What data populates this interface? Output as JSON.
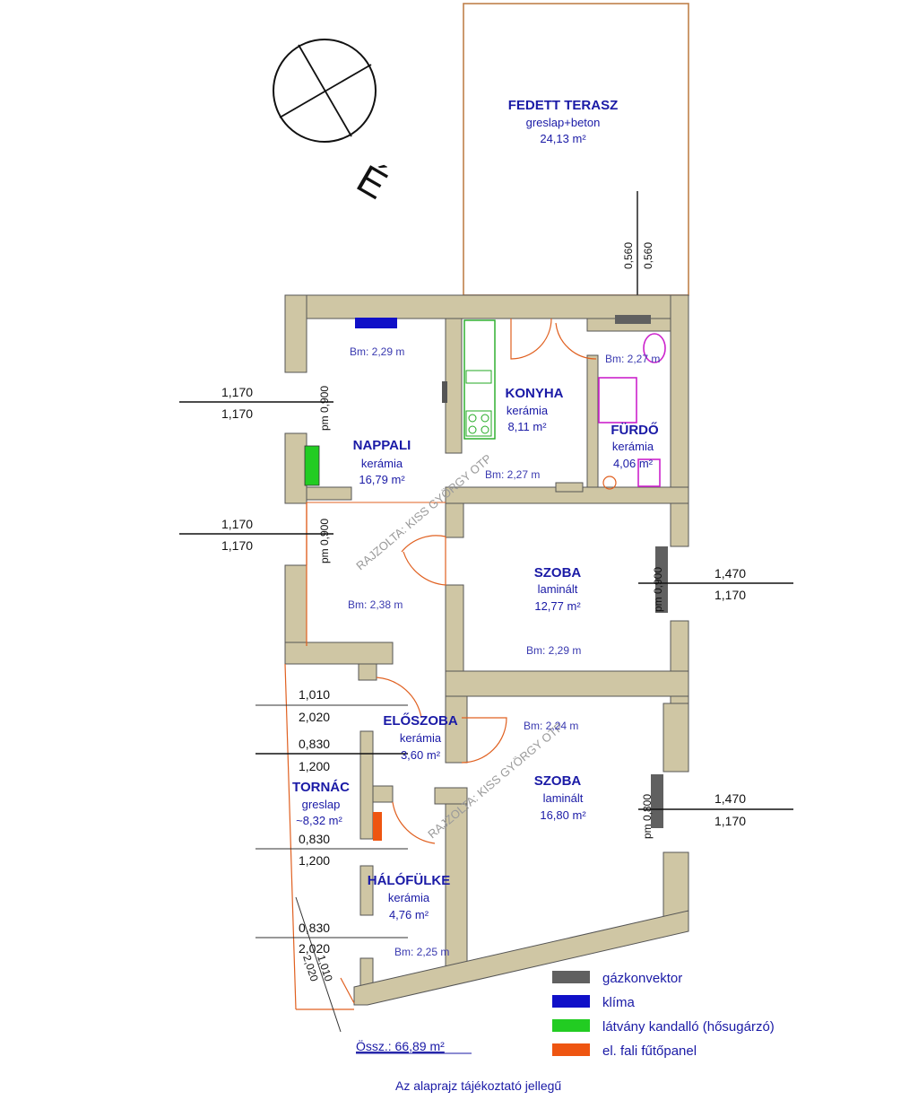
{
  "rooms": {
    "terasz": {
      "name": "FEDETT TERASZ",
      "floor": "greslap+beton",
      "area": "24,13 m²"
    },
    "konyha": {
      "name": "KONYHA",
      "floor": "kerámia",
      "area": "8,11 m²"
    },
    "furdo": {
      "name": "FÜRDŐ",
      "floor": "kerámia",
      "area": "4,06 m²"
    },
    "nappali": {
      "name": "NAPPALI",
      "floor": "kerámia",
      "area": "16,79 m²"
    },
    "szoba1": {
      "name": "SZOBA",
      "floor": "laminált",
      "area": "12,77 m²"
    },
    "eloszoba": {
      "name": "ELŐSZOBA",
      "floor": "kerámia",
      "area": "3,60 m²"
    },
    "tornac": {
      "name": "TORNÁC",
      "floor": "greslap",
      "area": "~8,32 m²"
    },
    "szoba2": {
      "name": "SZOBA",
      "floor": "laminált",
      "area": "16,80 m²"
    },
    "halofulke": {
      "name": "HÁLÓFÜLKE",
      "floor": "kerámia",
      "area": "4,76 m²"
    }
  },
  "heights": {
    "nappali": "Bm: 2,29 m",
    "furdo": "Bm: 2,27 m",
    "konyha": "Bm: 2,27 m",
    "hall": "Bm: 2,38 m",
    "szoba1": "Bm: 2,29 m",
    "szoba2": "Bm: 2,24 m",
    "halofulke": "Bm: 2,25 m"
  },
  "dimensions": {
    "w1_top": "1,170",
    "w1_bot": "1,170",
    "w2_top": "1,170",
    "w2_bot": "1,170",
    "w3_top": "1,470",
    "w3_bot": "1,170",
    "w4_top": "1,470",
    "w4_bot": "1,170",
    "d1_top": "1,010",
    "d1_bot": "2,020",
    "d2_top": "0,830",
    "d2_bot": "1,200",
    "d3_top": "0,830",
    "d3_bot": "1,200",
    "d4_top": "0,830",
    "d4_bot": "2,020",
    "d5_a": "1,010",
    "d5_b": "2,020",
    "v1": "0,560",
    "v2": "0,560"
  },
  "sill": {
    "s1": "pm 0,900",
    "s2": "pm 0,900",
    "s3": "pm 0,900",
    "s4": "pm 0,800"
  },
  "north_label": "É",
  "watermark": "RAJZOLTA: KISS GYÖRGY OTP",
  "legend": [
    {
      "label": "gázkonvektor",
      "color": "#606060"
    },
    {
      "label": "klíma",
      "color": "#1010c8"
    },
    {
      "label": "látvány kandalló (hősugárzó)",
      "color": "#22cc22"
    },
    {
      "label": "el. fali fűtőpanel",
      "color": "#ee5511"
    }
  ],
  "total": "Össz.: 66,89 m²",
  "note": "Az alaprajz tájékoztató jellegű"
}
